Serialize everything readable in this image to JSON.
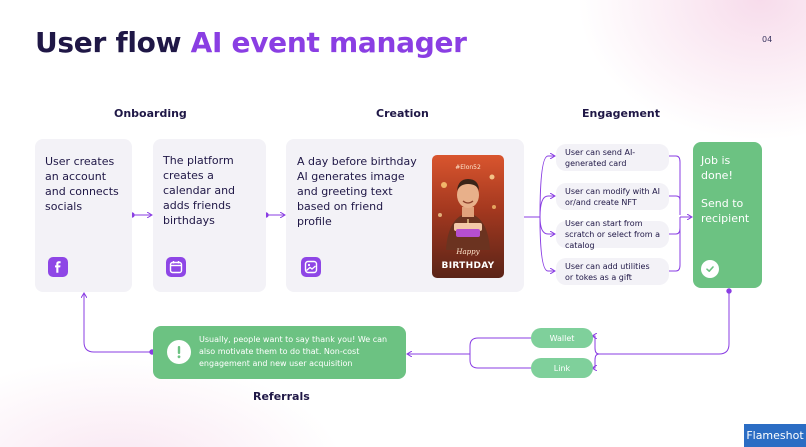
{
  "title": {
    "main": "User flow",
    "accent": "AI event manager"
  },
  "page_number": "04",
  "sections": {
    "onboarding": "Onboarding",
    "creation": "Creation",
    "engagement": "Engagement",
    "referrals": "Referrals"
  },
  "onboarding_cards": [
    {
      "text": "User creates an account and connects socials",
      "icon": "facebook-icon"
    },
    {
      "text": "The platform creates a calendar and adds friends birthdays",
      "icon": "calendar-icon"
    }
  ],
  "creation_card": {
    "text": "A day before birthday AI generates image and greeting text based on friend profile",
    "icon": "image-icon",
    "preview": {
      "hashtag": "#Elon52",
      "happy": "Happy",
      "birthday": "BIRTHDAY"
    }
  },
  "engagement_options": [
    "User can send AI-generated card",
    "User can modify with AI or/and create NFT",
    "User can start from scratch or select from a catalog",
    "User can add utilities or tokes as a gift"
  ],
  "job_card": {
    "line1": "Job is done!",
    "line2": "Send to recipient",
    "icon": "check-circle-icon"
  },
  "referral": {
    "text": "Usually, people want to say thank you! We can also motivate them to do that. Non-cost engagement and new user acquisition",
    "icon": "exclamation-icon"
  },
  "channels": [
    "Wallet",
    "Link"
  ],
  "colors": {
    "accent": "#8a3ee3",
    "green": "#6cc282",
    "card": "#f3f2f7",
    "title": "#1f1746"
  },
  "watermark": "Flameshot"
}
